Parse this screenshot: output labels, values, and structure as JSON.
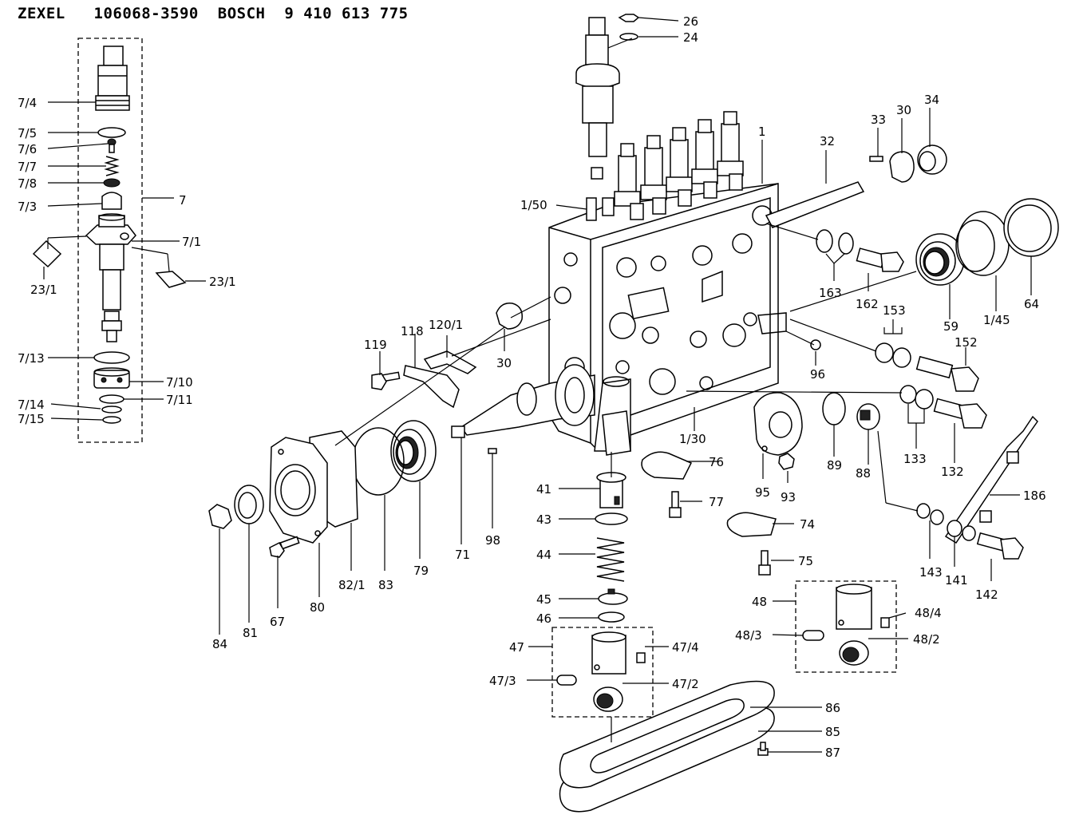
{
  "header": {
    "brand1": "ZEXEL",
    "part_no1": "106068-3590",
    "brand2": "BOSCH",
    "part_no2": "9 410 613 775"
  },
  "callouts": {
    "c26": "26",
    "c24": "24",
    "c1": "1",
    "c32": "32",
    "c33": "33",
    "c30a": "30",
    "c34": "34",
    "c1_50": "1/50",
    "c163": "163",
    "c162": "162",
    "c59": "59",
    "c1_45": "1/45",
    "c64": "64",
    "c153": "153",
    "c152": "152",
    "c30b": "30",
    "c120_1": "120/1",
    "c118": "118",
    "c119": "119",
    "c96": "96",
    "c1_30": "1/30",
    "c89": "89",
    "c88": "88",
    "c133": "133",
    "c132": "132",
    "c76": "76",
    "c77": "77",
    "c95": "95",
    "c93": "93",
    "c74": "74",
    "c75": "75",
    "c186": "186",
    "c143": "143",
    "c141": "141",
    "c142": "142",
    "c41": "41",
    "c43": "43",
    "c44": "44",
    "c45": "45",
    "c46": "46",
    "c47": "47",
    "c47_4": "47/4",
    "c47_3": "47/3",
    "c47_2": "47/2",
    "c48": "48",
    "c48_4": "48/4",
    "c48_3": "48/3",
    "c48_2": "48/2",
    "c86": "86",
    "c85": "85",
    "c87": "87",
    "c98": "98",
    "c71": "71",
    "c79": "79",
    "c83": "83",
    "c82_1": "82/1",
    "c80": "80",
    "c67": "67",
    "c81": "81",
    "c84": "84",
    "c7_4": "7/4",
    "c7_5": "7/5",
    "c7_6": "7/6",
    "c7_7": "7/7",
    "c7_8": "7/8",
    "c7_3": "7/3",
    "c7": "7",
    "c7_1": "7/1",
    "c23_1a": "23/1",
    "c23_1b": "23/1",
    "c7_13": "7/13",
    "c7_10": "7/10",
    "c7_14": "7/14",
    "c7_11": "7/11",
    "c7_15": "7/15"
  }
}
